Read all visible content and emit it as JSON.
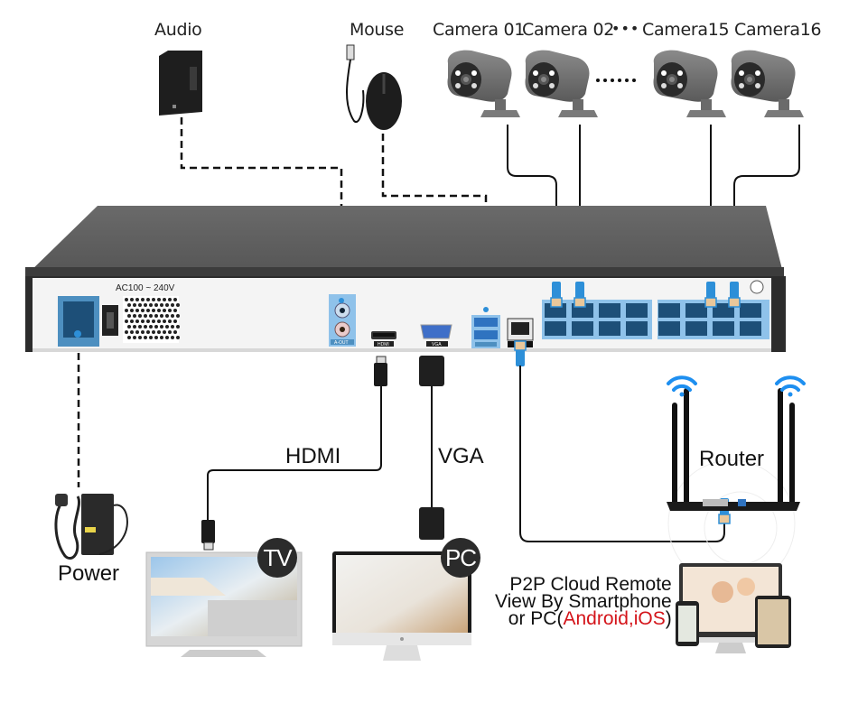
{
  "title": "NVR 16-Channel PoE Connection Diagram",
  "labels": {
    "audio": "Audio",
    "mouse": "Mouse",
    "cameras": [
      "Camera 01",
      "Camera 02",
      "Camera15",
      "Camera16"
    ],
    "ellipsis": "•••",
    "power": "Power",
    "hdmi": "HDMI",
    "vga": "VGA",
    "router": "Router",
    "tv_badge": "TV",
    "pc_badge": "PC"
  },
  "nvr": {
    "power_spec": "AC100 ~ 240V",
    "audio_port_label": "A-OUT",
    "hdmi_port_label": "HDMI",
    "vga_port_label": "VGA",
    "poe_ports": 16
  },
  "remote": {
    "line1": "P2P Cloud Remote",
    "line2": "View By Smartphone",
    "line3_prefix": "or PC(",
    "line3_highlight": "Android,iOS",
    "line3_suffix": ")"
  },
  "colors": {
    "port_blue": "#4da3e0",
    "cable_blue": "#2d8fd8",
    "wifi_blue": "#1e8ff0",
    "highlight_red": "#d4141a",
    "nvr_top": "#5f5f5f",
    "nvr_panel": "#f4f4f4"
  }
}
